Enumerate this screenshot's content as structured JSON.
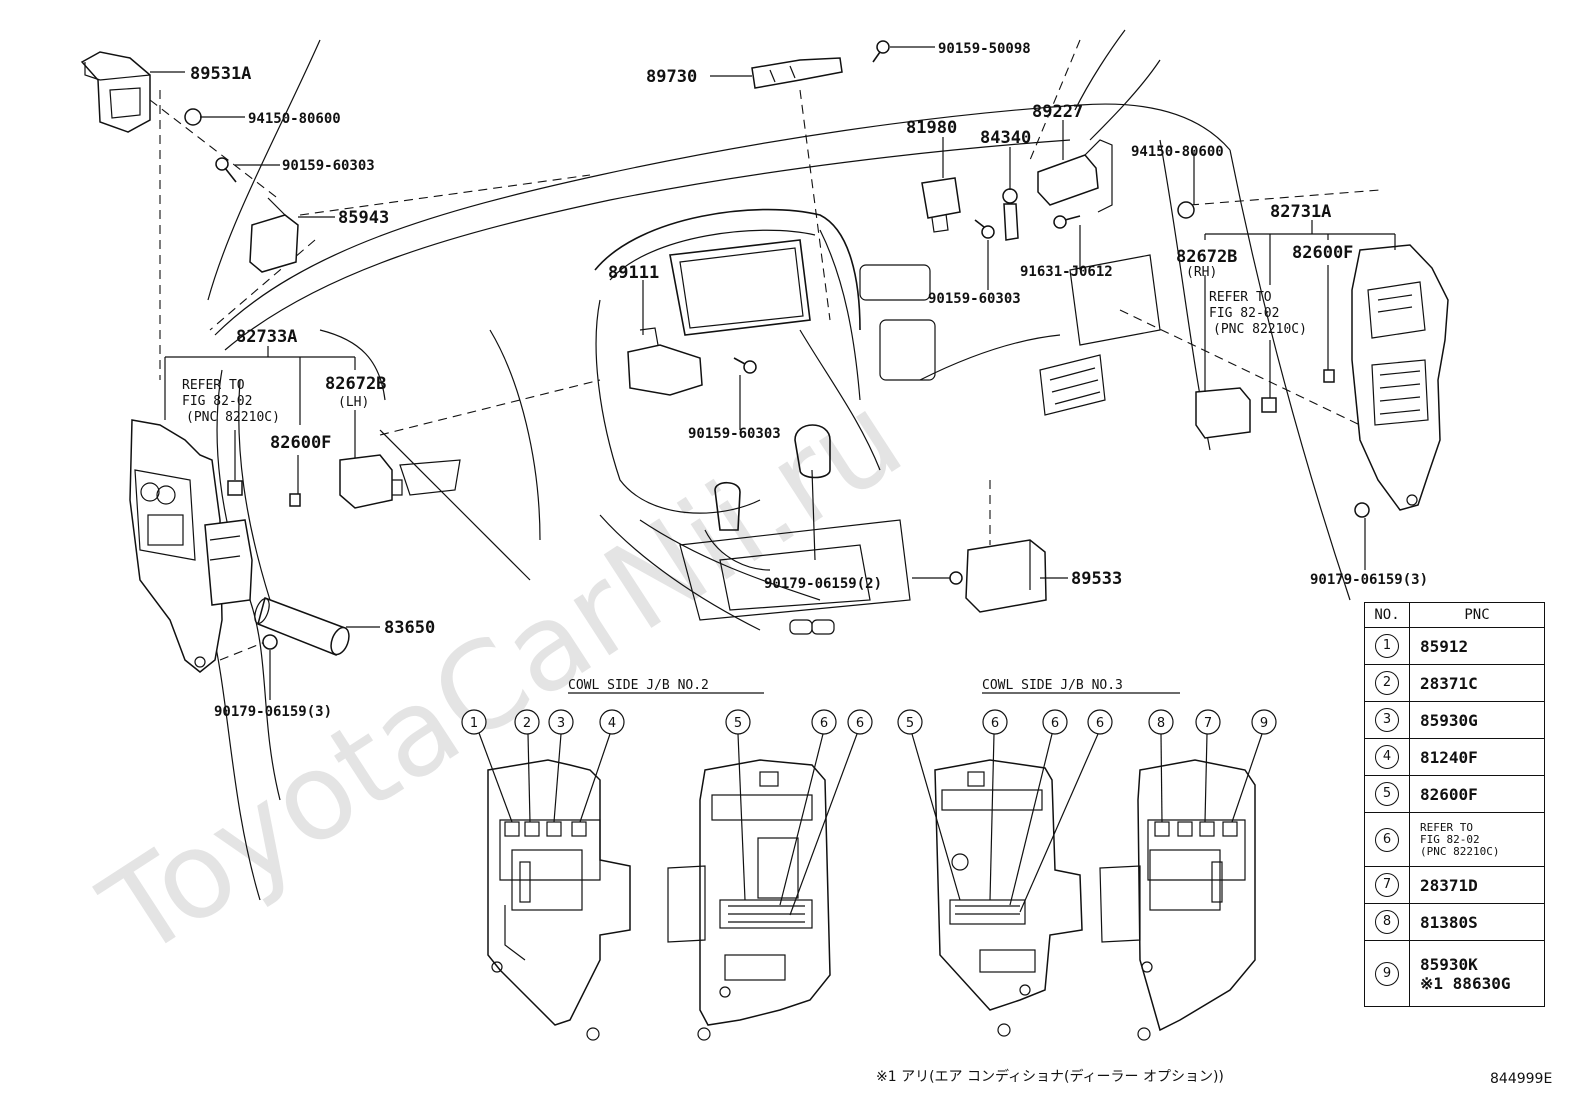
{
  "watermark": "ToyotaCarNii.ru",
  "callouts": {
    "p89531A": "89531A",
    "p94150_80600_left": "94150-80600",
    "p90159_60303_top": "90159-60303",
    "p85943": "85943",
    "p82733A": "82733A",
    "p82672B_lh": "82672B",
    "lh": "(LH)",
    "p82600F_left": "82600F",
    "p83650": "83650",
    "p90179_06159_left": "90179-06159(3)",
    "p89730": "89730",
    "p90159_50098": "90159-50098",
    "p89227": "89227",
    "p81980": "81980",
    "p84340": "84340",
    "p94150_80600_right": "94150-80600",
    "p89111": "89111",
    "p90159_60303_mid": "90159-60303",
    "p90159_60303_center": "90159-60303",
    "p91631": "91631-J0612",
    "p82731A": "82731A",
    "p82672B_rh": "82672B",
    "rh": "(RH)",
    "p82600F_right": "82600F",
    "p89533": "89533",
    "p90179_06159_2": "90179-06159(2)",
    "p90179_06159_right": "90179-06159(3)"
  },
  "refer_left": [
    "REFER TO",
    "FIG 82-02",
    "(PNC 82210C)"
  ],
  "refer_right": [
    "REFER TO",
    "FIG 82-02",
    "(PNC 82210C)"
  ],
  "jb_titles": {
    "no2": "COWL SIDE J/B NO.2",
    "no3": "COWL SIDE J/B NO.3"
  },
  "jb_circles": {
    "no2_front": [
      "1",
      "2",
      "3",
      "4"
    ],
    "no2_back": [
      "5",
      "6",
      "6"
    ],
    "no3_back": [
      "5",
      "6",
      "6",
      "6"
    ],
    "no3_front": [
      "8",
      "7",
      "9"
    ]
  },
  "pnc_table": {
    "header_no": "NO.",
    "header_pnc": "PNC",
    "rows": [
      {
        "no": "1",
        "pnc": "85912"
      },
      {
        "no": "2",
        "pnc": "28371C"
      },
      {
        "no": "3",
        "pnc": "85930G"
      },
      {
        "no": "4",
        "pnc": "81240F"
      },
      {
        "no": "5",
        "pnc": "82600F"
      },
      {
        "no": "6",
        "pnc_lines": [
          "REFER TO",
          "FIG 82-02",
          "(PNC 82210C)"
        ]
      },
      {
        "no": "7",
        "pnc": "28371D"
      },
      {
        "no": "8",
        "pnc": "81380S"
      },
      {
        "no": "9",
        "pnc": "85930K",
        "pnc2": "※1 88630G"
      }
    ]
  },
  "footnote": "※1 アリ(エア コンディショナ(ディーラー オプション))",
  "illustration_code": "844999E"
}
